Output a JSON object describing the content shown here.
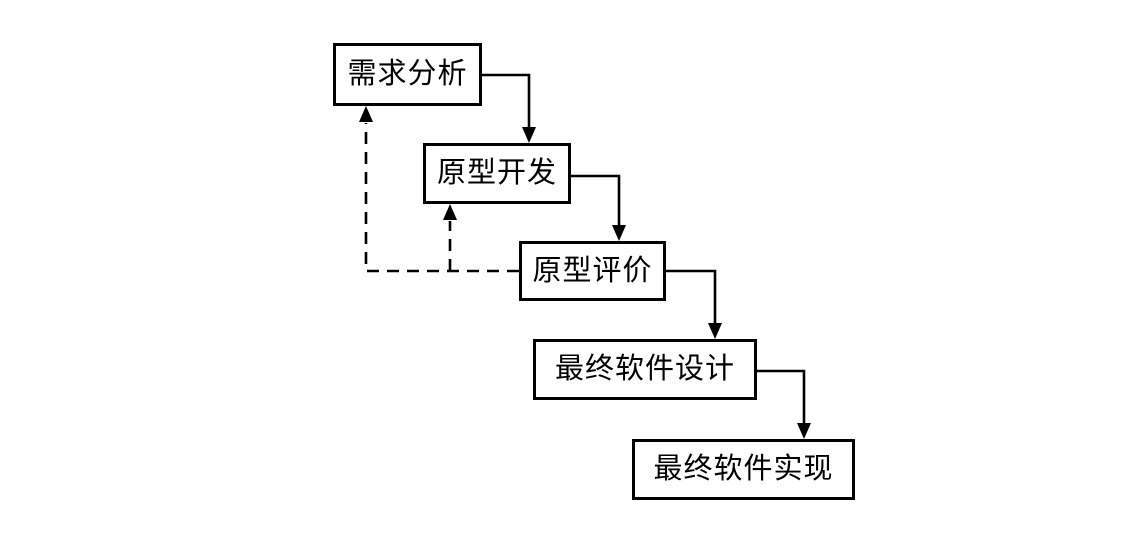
{
  "diagram": {
    "type": "flowchart",
    "description": "software prototype model process",
    "background_color": "#ffffff",
    "line_color": "#000000",
    "text_color": "#000000",
    "boxes": [
      {
        "id": "requirements-analysis",
        "label": "需求分析"
      },
      {
        "id": "prototype-development",
        "label": "原型开发"
      },
      {
        "id": "prototype-evaluation",
        "label": "原型评价"
      },
      {
        "id": "final-software-design",
        "label": "最终软件设计"
      },
      {
        "id": "final-software-implementation",
        "label": "最终软件实现"
      }
    ],
    "connections": [
      {
        "from": "需求分析",
        "to": "原型开发",
        "style": "solid"
      },
      {
        "from": "原型开发",
        "to": "原型评价",
        "style": "solid"
      },
      {
        "from": "原型评价",
        "to": "最终软件设计",
        "style": "solid"
      },
      {
        "from": "最终软件设计",
        "to": "最终软件实现",
        "style": "solid"
      },
      {
        "from": "原型评价",
        "to": "原型开发",
        "style": "dashed"
      },
      {
        "from": "原型评价",
        "to": "需求分析",
        "style": "dashed"
      }
    ]
  }
}
